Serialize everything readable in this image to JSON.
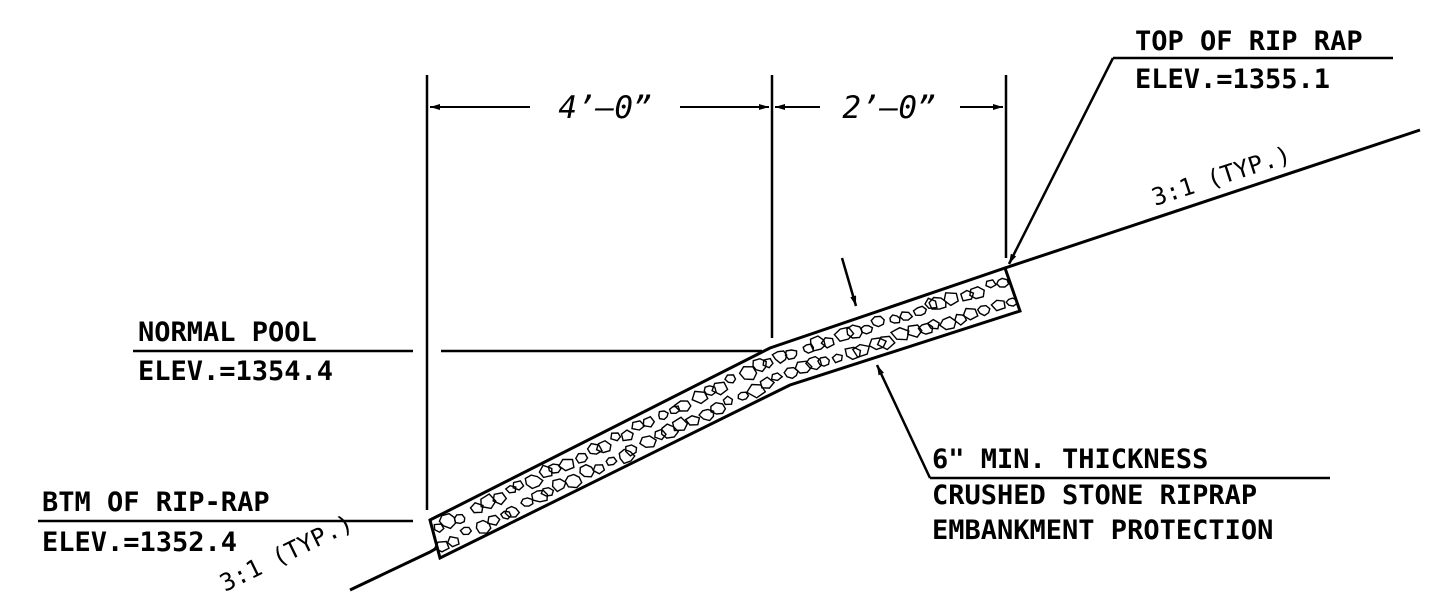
{
  "drawing": {
    "dimensions": {
      "width_left": "4’–0”",
      "width_right": "2’–0”"
    },
    "labels": {
      "top_of_rip_rap": "TOP OF RIP RAP",
      "top_elev": "ELEV.=1355.1",
      "normal_pool": "NORMAL POOL",
      "pool_elev": "ELEV.=1354.4",
      "btm_of_rip_rap": "BTM OF RIP-RAP",
      "btm_elev": "ELEV.=1352.4",
      "thickness": "6\" MIN. THICKNESS",
      "material": "CRUSHED STONE RIPRAP",
      "purpose": "EMBANKMENT PROTECTION"
    },
    "slopes": {
      "upper": "3:1 (TYP.)",
      "lower": "3:1 (TYP.)"
    },
    "colors": {
      "ink": "#000000",
      "paper": "#ffffff"
    }
  }
}
